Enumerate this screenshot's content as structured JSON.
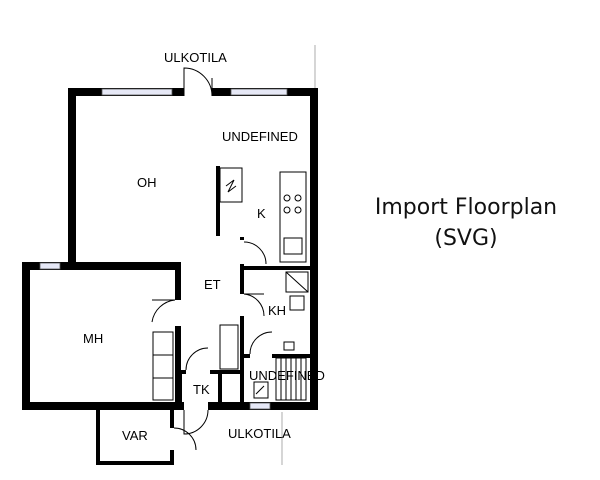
{
  "title_lines": [
    "Import Floorplan",
    "(SVG)"
  ],
  "rooms": {
    "ulkotila_top": "ULKOTILA",
    "undefined_top": "UNDEFINED",
    "oh": "OH",
    "k": "K",
    "et": "ET",
    "kh": "KH",
    "mh": "MH",
    "tk": "TK",
    "undefined_bottom": "UNDEFINED",
    "var": "VAR",
    "ulkotila_bottom": "ULKOTILA"
  }
}
